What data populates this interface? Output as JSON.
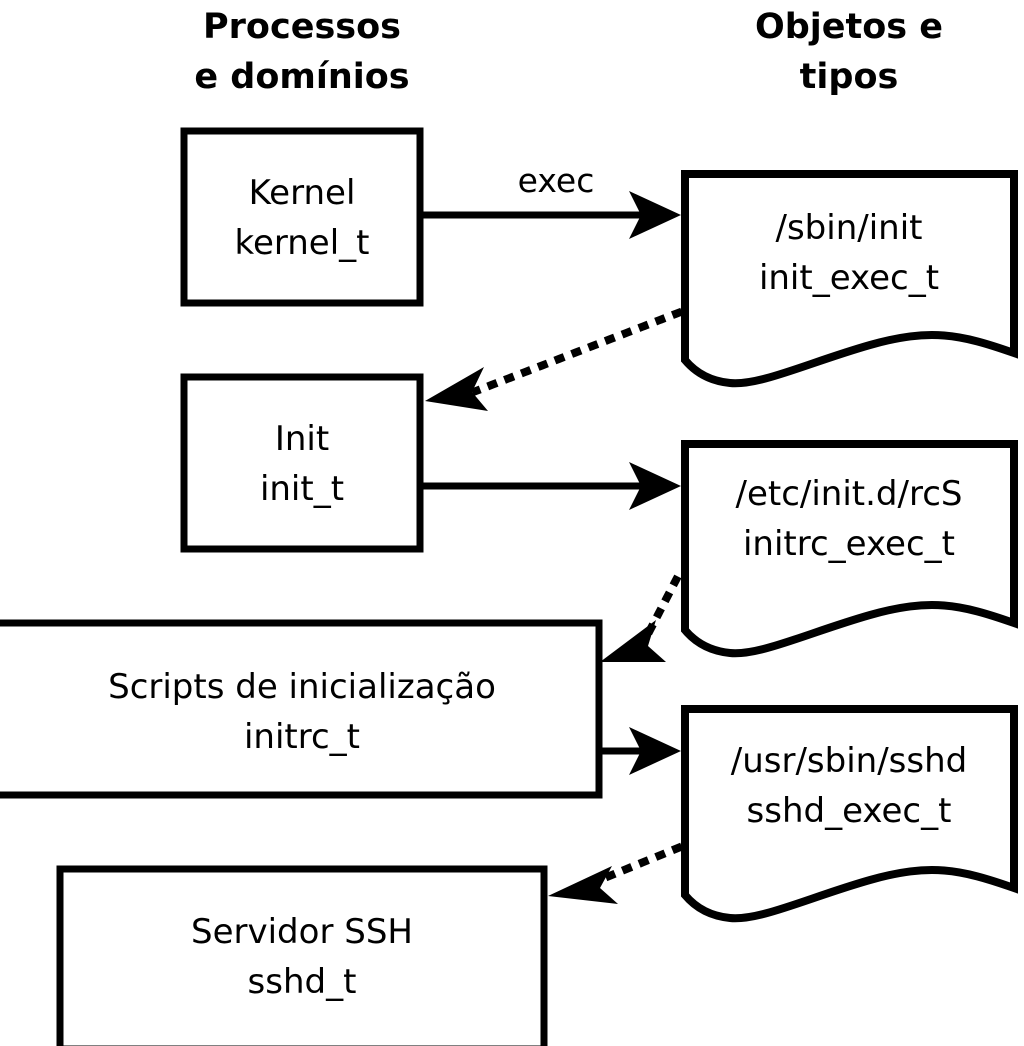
{
  "diagram": {
    "title_left": "Processos",
    "columns": [
      {
        "id": "processes",
        "line1": "Processos",
        "line2": "e domínios"
      },
      {
        "id": "objects",
        "line1": "Objetos e",
        "line2": "tipos"
      }
    ],
    "colors": {
      "background": "#ffffff",
      "stroke": "#000000",
      "text": "#000000"
    },
    "process_nodes": [
      {
        "id": "kernel",
        "line1": "Kernel",
        "line2": "kernel_t"
      },
      {
        "id": "init",
        "line1": "Init",
        "line2": "init_t"
      },
      {
        "id": "initrc",
        "line1": "Scripts de inicialização",
        "line2": "initrc_t"
      },
      {
        "id": "sshd",
        "line1": "Servidor SSH",
        "line2": "sshd_t"
      }
    ],
    "object_nodes": [
      {
        "id": "init_exec",
        "line1": "/sbin/init",
        "line2": "init_exec_t"
      },
      {
        "id": "initrc_exec",
        "line1": "/etc/init.d/rcS",
        "line2": "initrc_exec_t"
      },
      {
        "id": "sshd_exec",
        "line1": "/usr/sbin/sshd",
        "line2": "sshd_exec_t"
      }
    ],
    "edges": [
      {
        "id": "kernel-exec-init_exec",
        "label": "exec",
        "style": "solid",
        "from": "kernel",
        "to": "init_exec"
      },
      {
        "id": "init_exec-transition-init",
        "label": "",
        "style": "dotted",
        "from": "init_exec",
        "to": "init"
      },
      {
        "id": "init-exec-initrc_exec",
        "label": "",
        "style": "solid",
        "from": "init",
        "to": "initrc_exec"
      },
      {
        "id": "initrc_exec-transition-initrc",
        "label": "",
        "style": "dotted",
        "from": "initrc_exec",
        "to": "initrc"
      },
      {
        "id": "initrc-exec-sshd_exec",
        "label": "",
        "style": "solid",
        "from": "initrc",
        "to": "sshd_exec"
      },
      {
        "id": "sshd_exec-transition-sshd",
        "label": "",
        "style": "dotted",
        "from": "sshd_exec",
        "to": "sshd"
      }
    ]
  }
}
